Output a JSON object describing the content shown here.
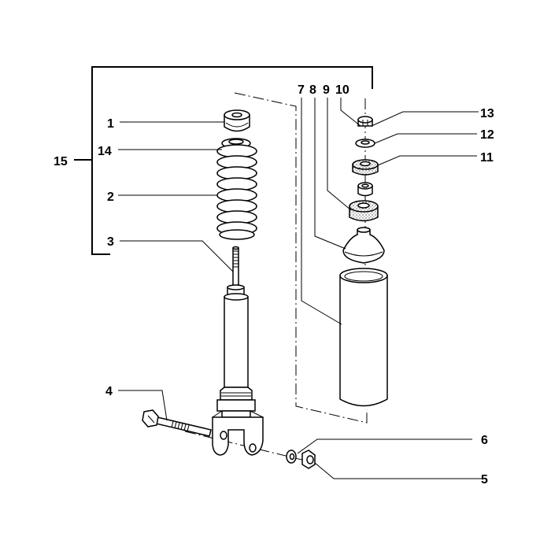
{
  "diagram": {
    "callouts": {
      "c1": "1",
      "c2": "2",
      "c3": "3",
      "c4": "4",
      "c5": "5",
      "c6": "6",
      "c7": "7",
      "c8": "8",
      "c9": "9",
      "c10": "10",
      "c11": "11",
      "c12": "12",
      "c13": "13",
      "c14": "14",
      "c15": "15"
    },
    "line_color": "#000000",
    "fill_color": "#ffffff"
  }
}
